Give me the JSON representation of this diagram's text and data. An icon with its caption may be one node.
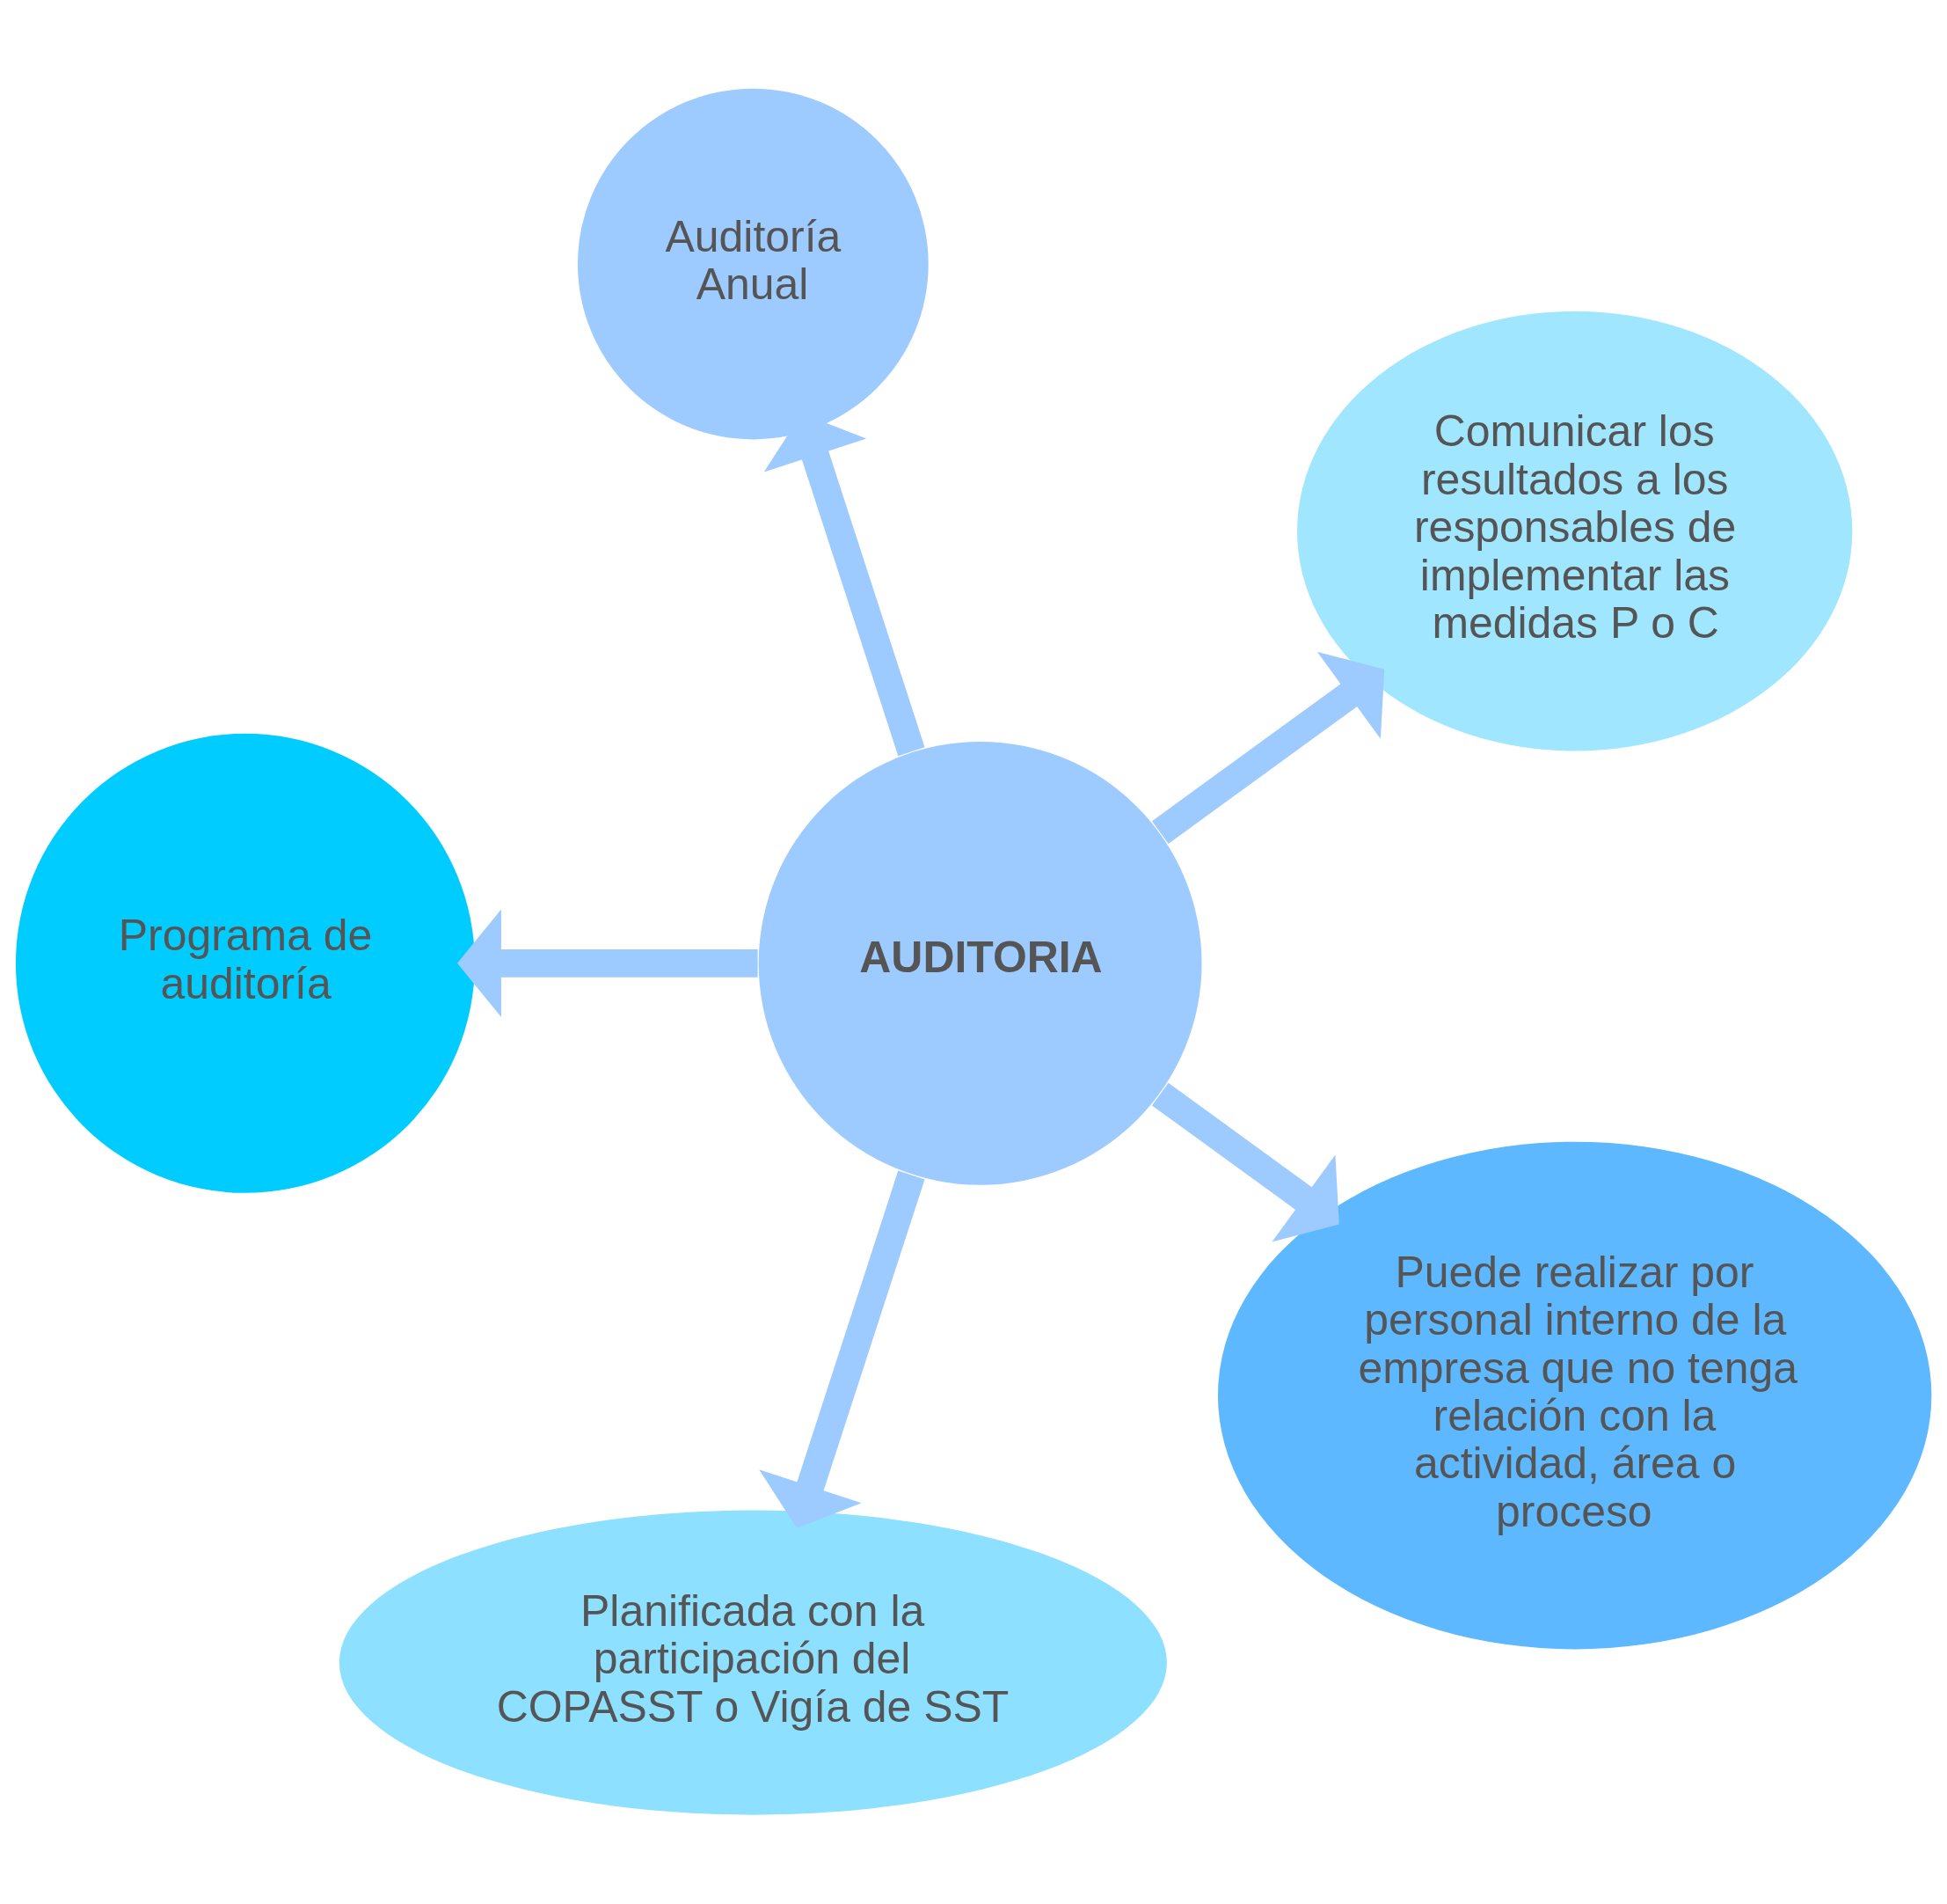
{
  "diagram": {
    "nodes": [
      {
        "text": [
          "Comunicar los resultados a los responsables de implementar las medidas P o C"
        ]
      },
      {
        "text": [
          "Auditoría Anual"
        ]
      },
      {
        "text": [
          "Programa de auditoría"
        ]
      },
      {
        "text": [
          "AUDITORIA"
        ]
      },
      {
        "text": [
          "Planificada con la participación del COPASST o Vigía de SST"
        ]
      },
      {
        "text": [
          "Puede realizar por personal interno de la empresa que no tenga relación con la actividad, área o proceso"
        ]
      }
    ],
    "edges": [
      {
        "from": 3,
        "to": 0,
        "arrow": "to"
      },
      {
        "from": 3,
        "to": 2,
        "arrow": "to"
      },
      {
        "from": 3,
        "to": 5,
        "arrow": "to"
      },
      {
        "from": 3,
        "to": 4,
        "arrow": "to"
      },
      {
        "from": 3,
        "to": 1,
        "arrow": "to"
      }
    ]
  }
}
